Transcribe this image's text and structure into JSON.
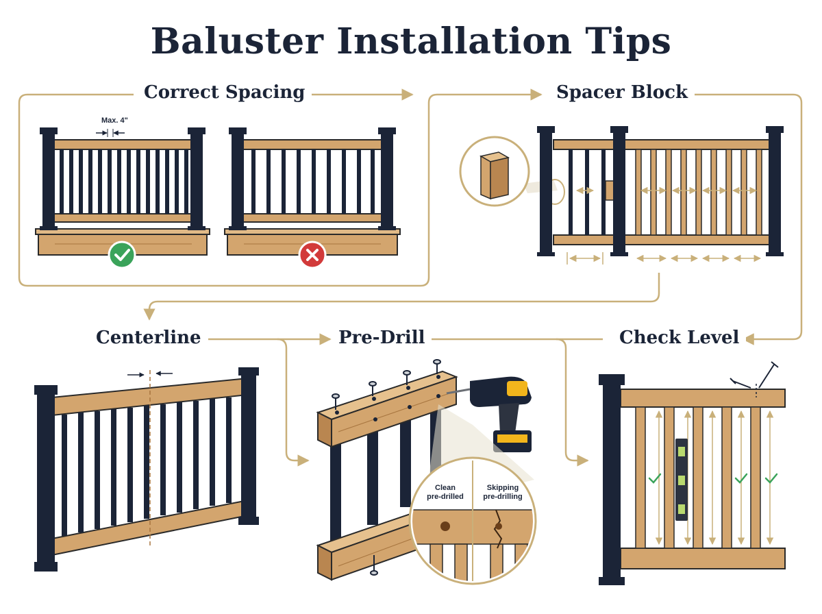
{
  "title": "Baluster Installation Tips",
  "sections": {
    "correct_spacing": "Correct Spacing",
    "spacer_block": "Spacer Block",
    "centerline": "Centerline",
    "pre_drill": "Pre-Drill",
    "check_level": "Check Level"
  },
  "notes": {
    "max_gap": "Max. 4\"",
    "clean_line1": "Clean",
    "clean_line2": "pre-drilled",
    "skip_line1": "Skipping",
    "skip_line2": "pre-drilling"
  },
  "colors": {
    "wood": "#d3a56e",
    "wood_dark": "#a7753f",
    "post": "#1b2437",
    "accent": "#c9b07a",
    "good": "#3aa35a",
    "bad": "#d23a3a"
  },
  "icons": [
    "check-icon",
    "cross-icon",
    "spacer-block-icon",
    "drill-icon",
    "screw-icon",
    "level-icon",
    "nail-icon"
  ]
}
